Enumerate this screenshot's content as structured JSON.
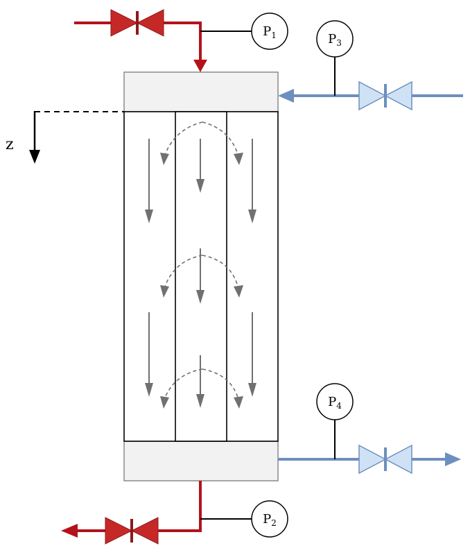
{
  "gauges": {
    "p1": {
      "letter": "P",
      "sub": "1"
    },
    "p2": {
      "letter": "P",
      "sub": "2"
    },
    "p3": {
      "letter": "P",
      "sub": "3"
    },
    "p4": {
      "letter": "P",
      "sub": "4"
    }
  },
  "axis": {
    "label": "z"
  },
  "colors": {
    "feed_line": "#b3121b",
    "feed_valve": "#c62828",
    "shell_line": "#6d8fbf",
    "shell_valve": "#cfe2f5",
    "shell_valve_stroke": "#6d8fbf",
    "header_fill": "#f2f2f2",
    "header_stroke": "#8a8a8a",
    "flow_arrow": "#707070",
    "outline": "#000000"
  }
}
